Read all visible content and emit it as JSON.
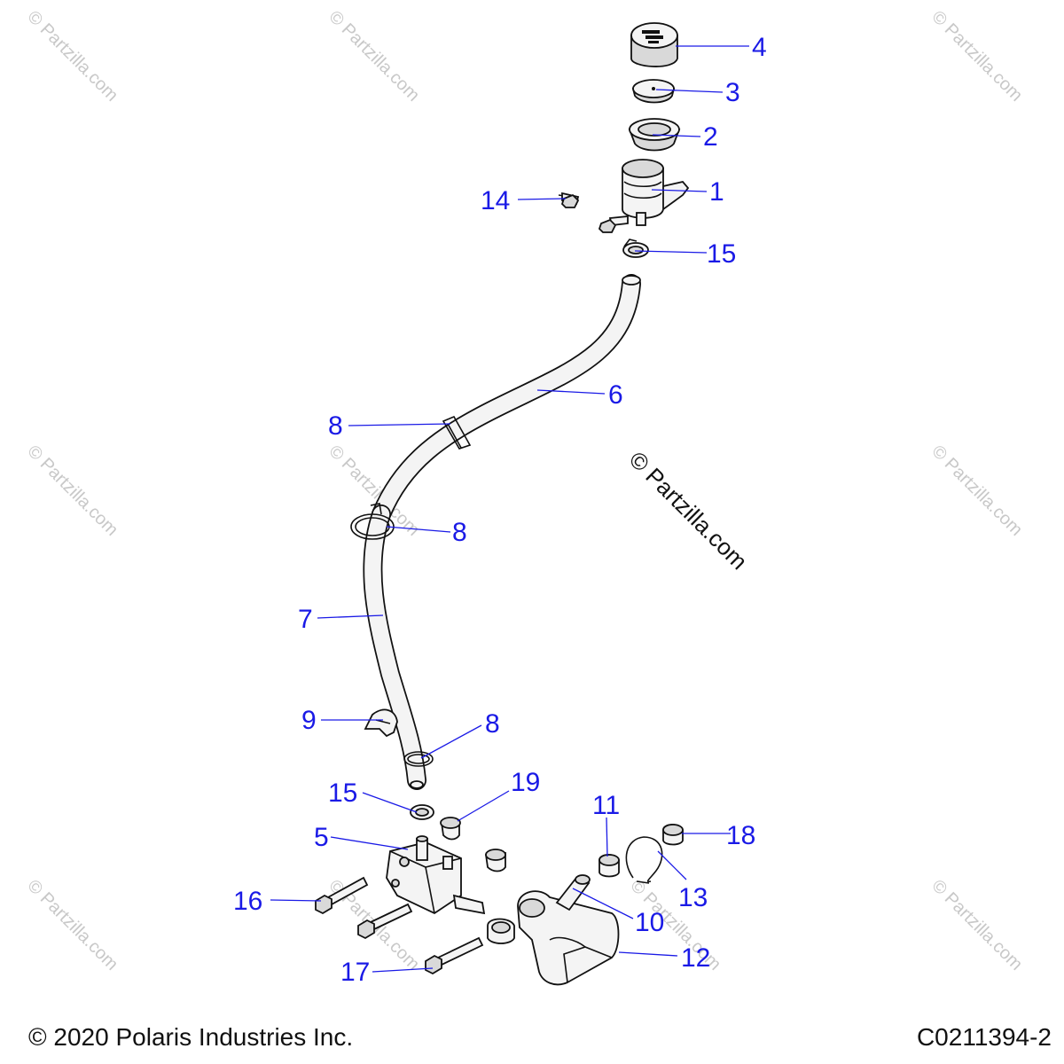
{
  "watermarks": {
    "text": "© Partzilla.com",
    "center_text": "© Partzilla.com"
  },
  "callouts": [
    {
      "id": "1",
      "label": "1"
    },
    {
      "id": "2",
      "label": "2"
    },
    {
      "id": "3",
      "label": "3"
    },
    {
      "id": "4",
      "label": "4"
    },
    {
      "id": "5",
      "label": "5"
    },
    {
      "id": "6",
      "label": "6"
    },
    {
      "id": "7",
      "label": "7"
    },
    {
      "id": "8a",
      "label": "8"
    },
    {
      "id": "8b",
      "label": "8"
    },
    {
      "id": "8c",
      "label": "8"
    },
    {
      "id": "9",
      "label": "9"
    },
    {
      "id": "10",
      "label": "10"
    },
    {
      "id": "11",
      "label": "11"
    },
    {
      "id": "12",
      "label": "12"
    },
    {
      "id": "13",
      "label": "13"
    },
    {
      "id": "14",
      "label": "14"
    },
    {
      "id": "15a",
      "label": "15"
    },
    {
      "id": "15b",
      "label": "15"
    },
    {
      "id": "16",
      "label": "16"
    },
    {
      "id": "17",
      "label": "17"
    },
    {
      "id": "18",
      "label": "18"
    },
    {
      "id": "19",
      "label": "19"
    }
  ],
  "footer": {
    "copyright": "© 2020 Polaris Industries Inc.",
    "figure_id": "C0211394-2"
  },
  "colors": {
    "callout": "#1a1ae6",
    "line_art": "#111111",
    "watermark": "#c8c8c8"
  }
}
